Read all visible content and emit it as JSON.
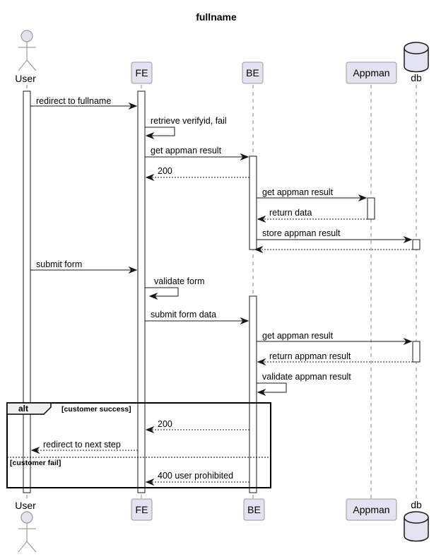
{
  "diagram": {
    "type": "sequence",
    "title": "fullname",
    "participants": [
      {
        "id": "user",
        "label": "User",
        "kind": "actor"
      },
      {
        "id": "fe",
        "label": "FE",
        "kind": "participant"
      },
      {
        "id": "be",
        "label": "BE",
        "kind": "participant"
      },
      {
        "id": "appman",
        "label": "Appman",
        "kind": "participant"
      },
      {
        "id": "db",
        "label": "db",
        "kind": "database"
      }
    ],
    "messages": [
      {
        "from": "user",
        "to": "fe",
        "label": "redirect to fullname",
        "style": "solid"
      },
      {
        "from": "fe",
        "to": "fe",
        "label": "retrieve verifyid, fail",
        "style": "solid"
      },
      {
        "from": "fe",
        "to": "be",
        "label": "get appman result",
        "style": "solid"
      },
      {
        "from": "be",
        "to": "fe",
        "label": "200",
        "style": "dashed"
      },
      {
        "from": "be",
        "to": "appman",
        "label": "get appman result",
        "style": "solid"
      },
      {
        "from": "appman",
        "to": "be",
        "label": "return data",
        "style": "dashed"
      },
      {
        "from": "be",
        "to": "db",
        "label": "store appman result",
        "style": "solid"
      },
      {
        "from": "db",
        "to": "be",
        "label": "",
        "style": "dashed"
      },
      {
        "from": "user",
        "to": "fe",
        "label": "submit form",
        "style": "solid"
      },
      {
        "from": "fe",
        "to": "fe",
        "label": "validate form",
        "style": "solid"
      },
      {
        "from": "fe",
        "to": "be",
        "label": "submit form data",
        "style": "solid"
      },
      {
        "from": "be",
        "to": "db",
        "label": "get appman result",
        "style": "solid"
      },
      {
        "from": "db",
        "to": "be",
        "label": "return appman result",
        "style": "dashed"
      },
      {
        "from": "be",
        "to": "be",
        "label": "validate appman result",
        "style": "solid"
      },
      {
        "from": "be",
        "to": "fe",
        "label": "200",
        "style": "dashed"
      },
      {
        "from": "fe",
        "to": "user",
        "label": "redirect to next step",
        "style": "dashed"
      },
      {
        "from": "be",
        "to": "fe",
        "label": "400 user prohibited",
        "style": "dashed"
      }
    ],
    "fragment": {
      "keyword": "alt",
      "guards": [
        "[customer success]",
        "[customer fail]"
      ]
    }
  }
}
